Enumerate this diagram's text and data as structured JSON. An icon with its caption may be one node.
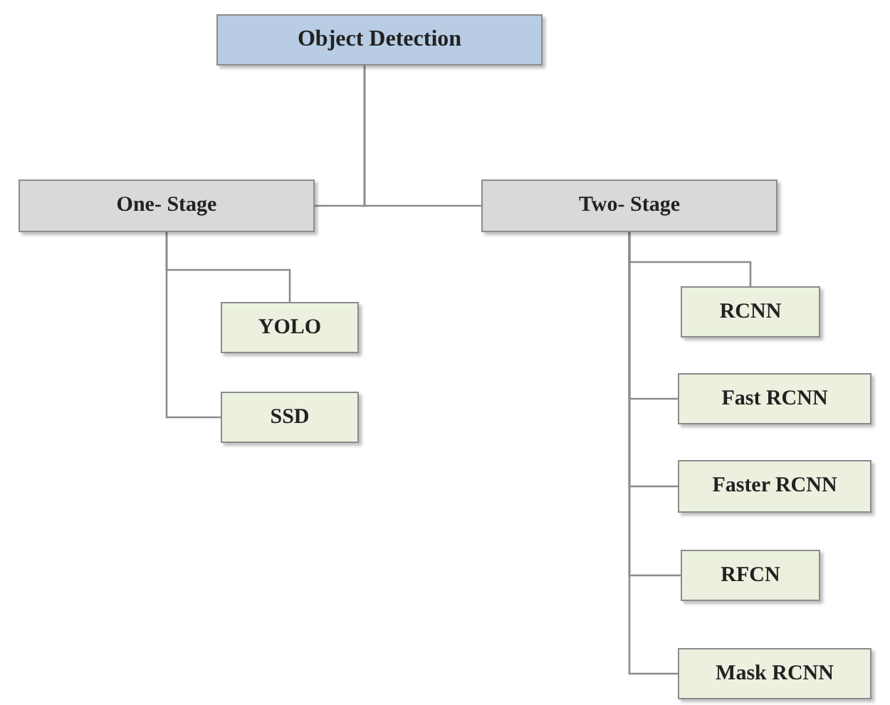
{
  "diagram": {
    "nodes": [
      {
        "text": [
          "Object Detection"
        ]
      },
      {
        "text": [
          "One- Stage"
        ]
      },
      {
        "text": [
          "Two- Stage"
        ]
      },
      {
        "text": [
          "YOLO"
        ]
      },
      {
        "text": [
          "SSD"
        ]
      },
      {
        "text": [
          "RCNN"
        ]
      },
      {
        "text": [
          "Fast RCNN"
        ]
      },
      {
        "text": [
          "Faster RCNN"
        ]
      },
      {
        "text": [
          "RFCN"
        ]
      },
      {
        "text": [
          "Mask RCNN"
        ]
      }
    ],
    "edges": [
      {
        "from": 0,
        "to": 1,
        "arrow": "none"
      },
      {
        "from": 0,
        "to": 2,
        "arrow": "none"
      },
      {
        "from": 1,
        "to": 3,
        "arrow": "none"
      },
      {
        "from": 1,
        "to": 4,
        "arrow": "none"
      },
      {
        "from": 2,
        "to": 5,
        "arrow": "none"
      },
      {
        "from": 2,
        "to": 6,
        "arrow": "none"
      },
      {
        "from": 2,
        "to": 7,
        "arrow": "none"
      },
      {
        "from": 2,
        "to": 8,
        "arrow": "none"
      },
      {
        "from": 2,
        "to": 9,
        "arrow": "none"
      }
    ]
  }
}
